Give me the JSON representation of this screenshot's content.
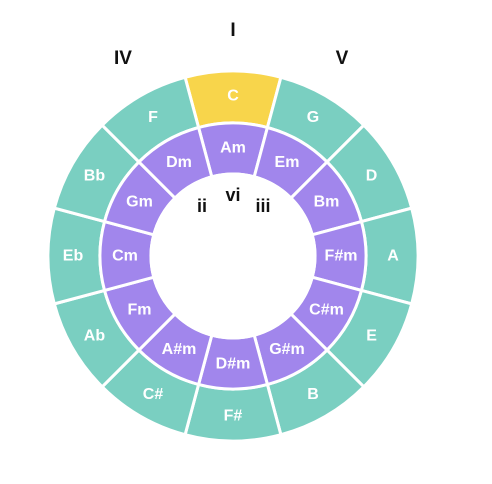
{
  "colors": {
    "major": "#7ACFC1",
    "minor": "#A186EC",
    "highlight": "#F8D54B",
    "separator": "#FFFFFF",
    "center": "#FFFFFF",
    "label_major": "#FFFFFF",
    "label_minor": "#FFFFFF",
    "degree": "#111111"
  },
  "outer_ring": {
    "keys": [
      "C",
      "G",
      "D",
      "A",
      "E",
      "B",
      "F#",
      "C#",
      "Ab",
      "Eb",
      "Bb",
      "F"
    ],
    "highlighted_key": "C"
  },
  "inner_ring": {
    "keys": [
      "Am",
      "Em",
      "Bm",
      "F#m",
      "C#m",
      "G#m",
      "D#m",
      "A#m",
      "Fm",
      "Cm",
      "Gm",
      "Dm"
    ]
  },
  "degrees": {
    "outer": {
      "tonic": "I",
      "dominant": "V",
      "subdominant": "IV"
    },
    "inner": {
      "relative_minor": "vi",
      "mediant": "iii",
      "supertonic": "ii"
    }
  }
}
